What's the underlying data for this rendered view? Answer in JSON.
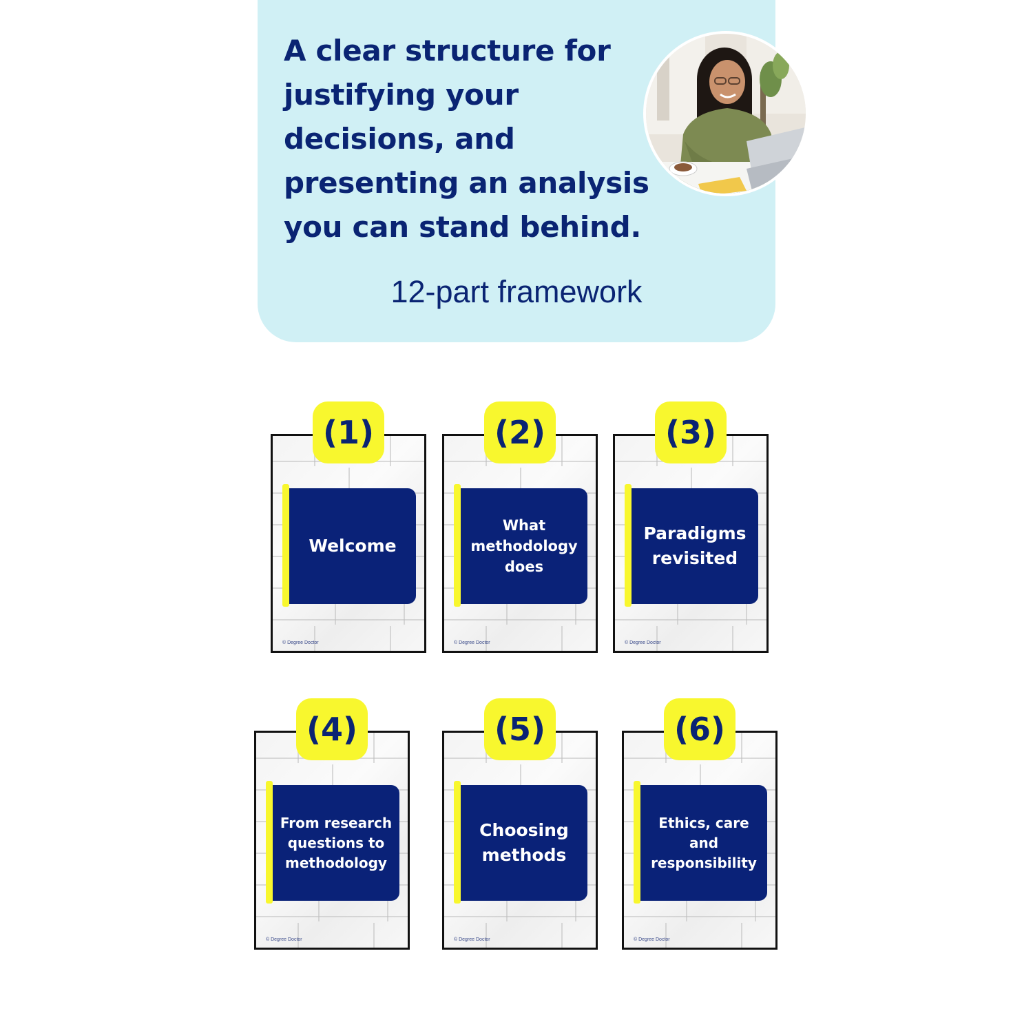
{
  "hero": {
    "title": "A clear structure for justifying your decisions, and presenting an analysis you can stand behind.",
    "subtitle": "12-part framework"
  },
  "colors": {
    "panel": "#d0f0f5",
    "navy": "#0a2278",
    "yellow": "#f8f72e",
    "text_navy": "#0a2473"
  },
  "cards": [
    {
      "number": "(1)",
      "title": "Welcome",
      "copyright": "© Degree Doctor"
    },
    {
      "number": "(2)",
      "title": "What methodology does",
      "copyright": "© Degree Doctor"
    },
    {
      "number": "(3)",
      "title": "Paradigms revisited",
      "copyright": "© Degree Doctor"
    },
    {
      "number": "(4)",
      "title": "From research questions to methodology",
      "copyright": "© Degree Doctor"
    },
    {
      "number": "(5)",
      "title": "Choosing methods",
      "copyright": "© Degree Doctor"
    },
    {
      "number": "(6)",
      "title": "Ethics, care and responsibility",
      "copyright": "© Degree Doctor"
    }
  ]
}
